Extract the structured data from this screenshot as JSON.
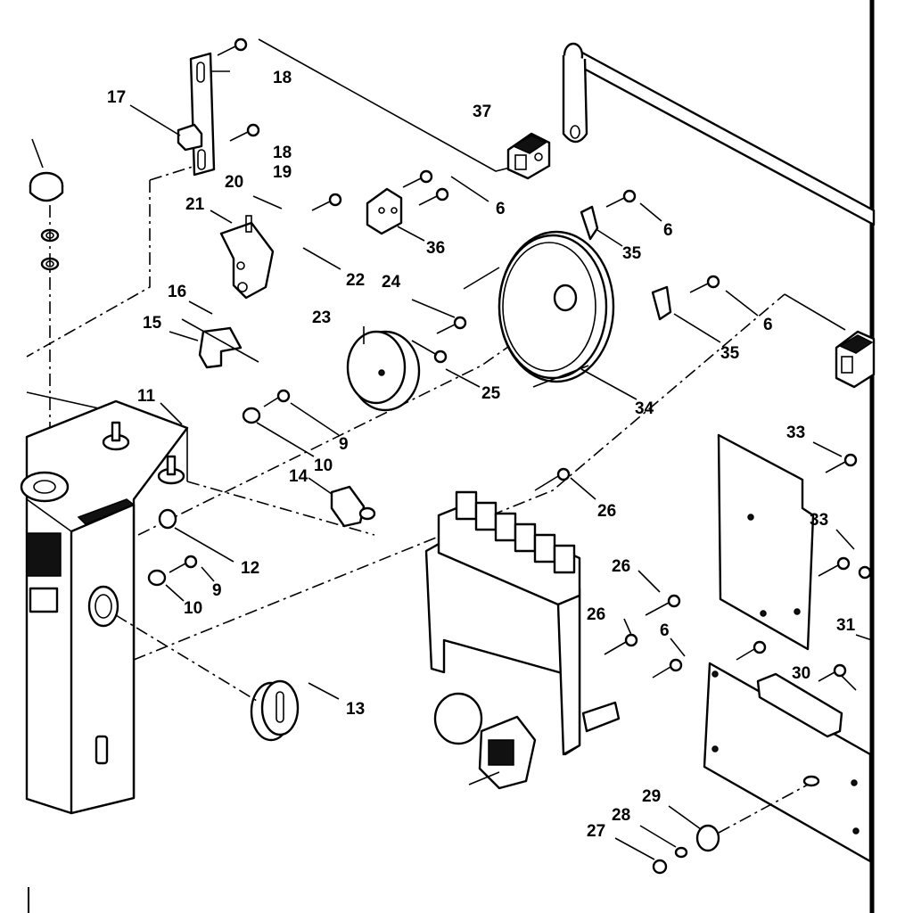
{
  "labels": {
    "p6a": "6",
    "p6b": "6",
    "p6c": "6",
    "p6d": "6",
    "p9a": "9",
    "p9b": "9",
    "p10a": "10",
    "p10b": "10",
    "p11": "11",
    "p12": "12",
    "p13": "13",
    "p14": "14",
    "p15": "15",
    "p16": "16",
    "p17": "17",
    "p18a": "18",
    "p18b": "18",
    "p19": "19",
    "p20": "20",
    "p21": "21",
    "p22": "22",
    "p23": "23",
    "p24": "24",
    "p25": "25",
    "p26a": "26",
    "p26b": "26",
    "p26c": "26",
    "p27": "27",
    "p28": "28",
    "p29": "29",
    "p30": "30",
    "p31": "31",
    "p33a": "33",
    "p33b": "33",
    "p34": "34",
    "p35a": "35",
    "p35b": "35",
    "p36": "36",
    "p37": "37"
  }
}
